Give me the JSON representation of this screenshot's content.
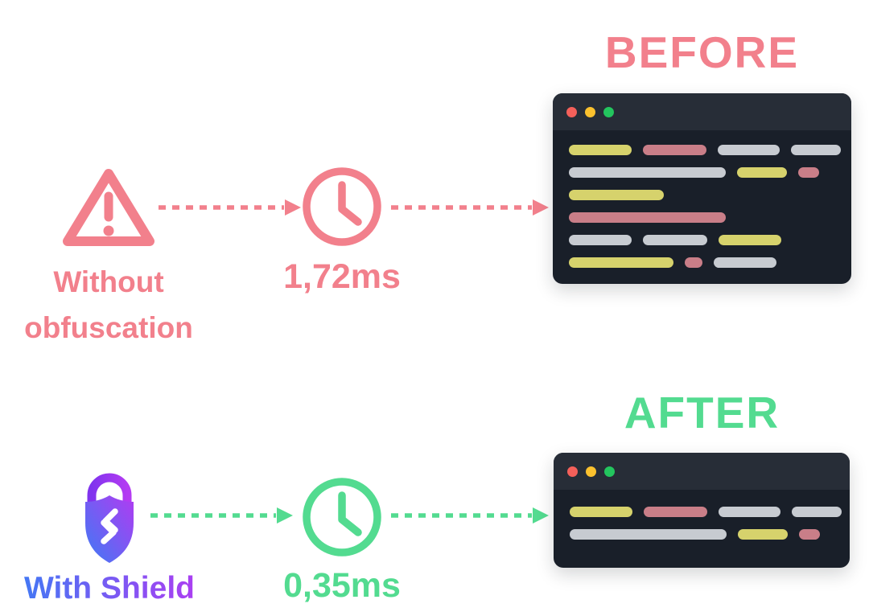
{
  "colors": {
    "pink": "#F2808C",
    "green": "#53DB90",
    "shield_blue": "#3E7BF4",
    "shield_purple": "#B13BF2",
    "window_titlebar": "#272D37",
    "window_body": "#191F29",
    "dot_red": "#F4605A",
    "dot_yellow": "#FBC12E",
    "dot_green": "#23C55E",
    "bar_yellow": "#D6D26C",
    "bar_pink": "#C97E88",
    "bar_gray": "#C7CBD1"
  },
  "before": {
    "title": "BEFORE",
    "label_line1": "Without",
    "label_line2": "obfuscation",
    "time": "1,72ms",
    "icon": "warning-triangle-icon",
    "window_rows": [
      [
        {
          "c": "yellow",
          "w": 78
        },
        {
          "c": "pink",
          "w": 79
        },
        {
          "c": "gray",
          "w": 77
        },
        {
          "c": "gray",
          "w": 62
        }
      ],
      [
        {
          "c": "gray",
          "w": 195
        },
        {
          "c": "yellow",
          "w": 62
        },
        {
          "c": "pink",
          "w": 26
        }
      ],
      [
        {
          "c": "yellow",
          "w": 118
        }
      ],
      [
        {
          "c": "pink",
          "w": 195
        }
      ],
      [
        {
          "c": "gray",
          "w": 78
        },
        {
          "c": "gray",
          "w": 80
        },
        {
          "c": "yellow",
          "w": 78
        }
      ],
      [
        {
          "c": "yellow",
          "w": 130
        },
        {
          "c": "pink",
          "w": 22
        },
        {
          "c": "gray",
          "w": 78
        }
      ]
    ]
  },
  "after": {
    "title": "AFTER",
    "label": "With Shield",
    "time": "0,35ms",
    "icon": "shield-lock-icon",
    "window_rows": [
      [
        {
          "c": "yellow",
          "w": 78
        },
        {
          "c": "pink",
          "w": 79
        },
        {
          "c": "gray",
          "w": 77
        },
        {
          "c": "gray",
          "w": 62
        }
      ],
      [
        {
          "c": "gray",
          "w": 195
        },
        {
          "c": "yellow",
          "w": 62
        },
        {
          "c": "pink",
          "w": 26
        }
      ]
    ]
  }
}
